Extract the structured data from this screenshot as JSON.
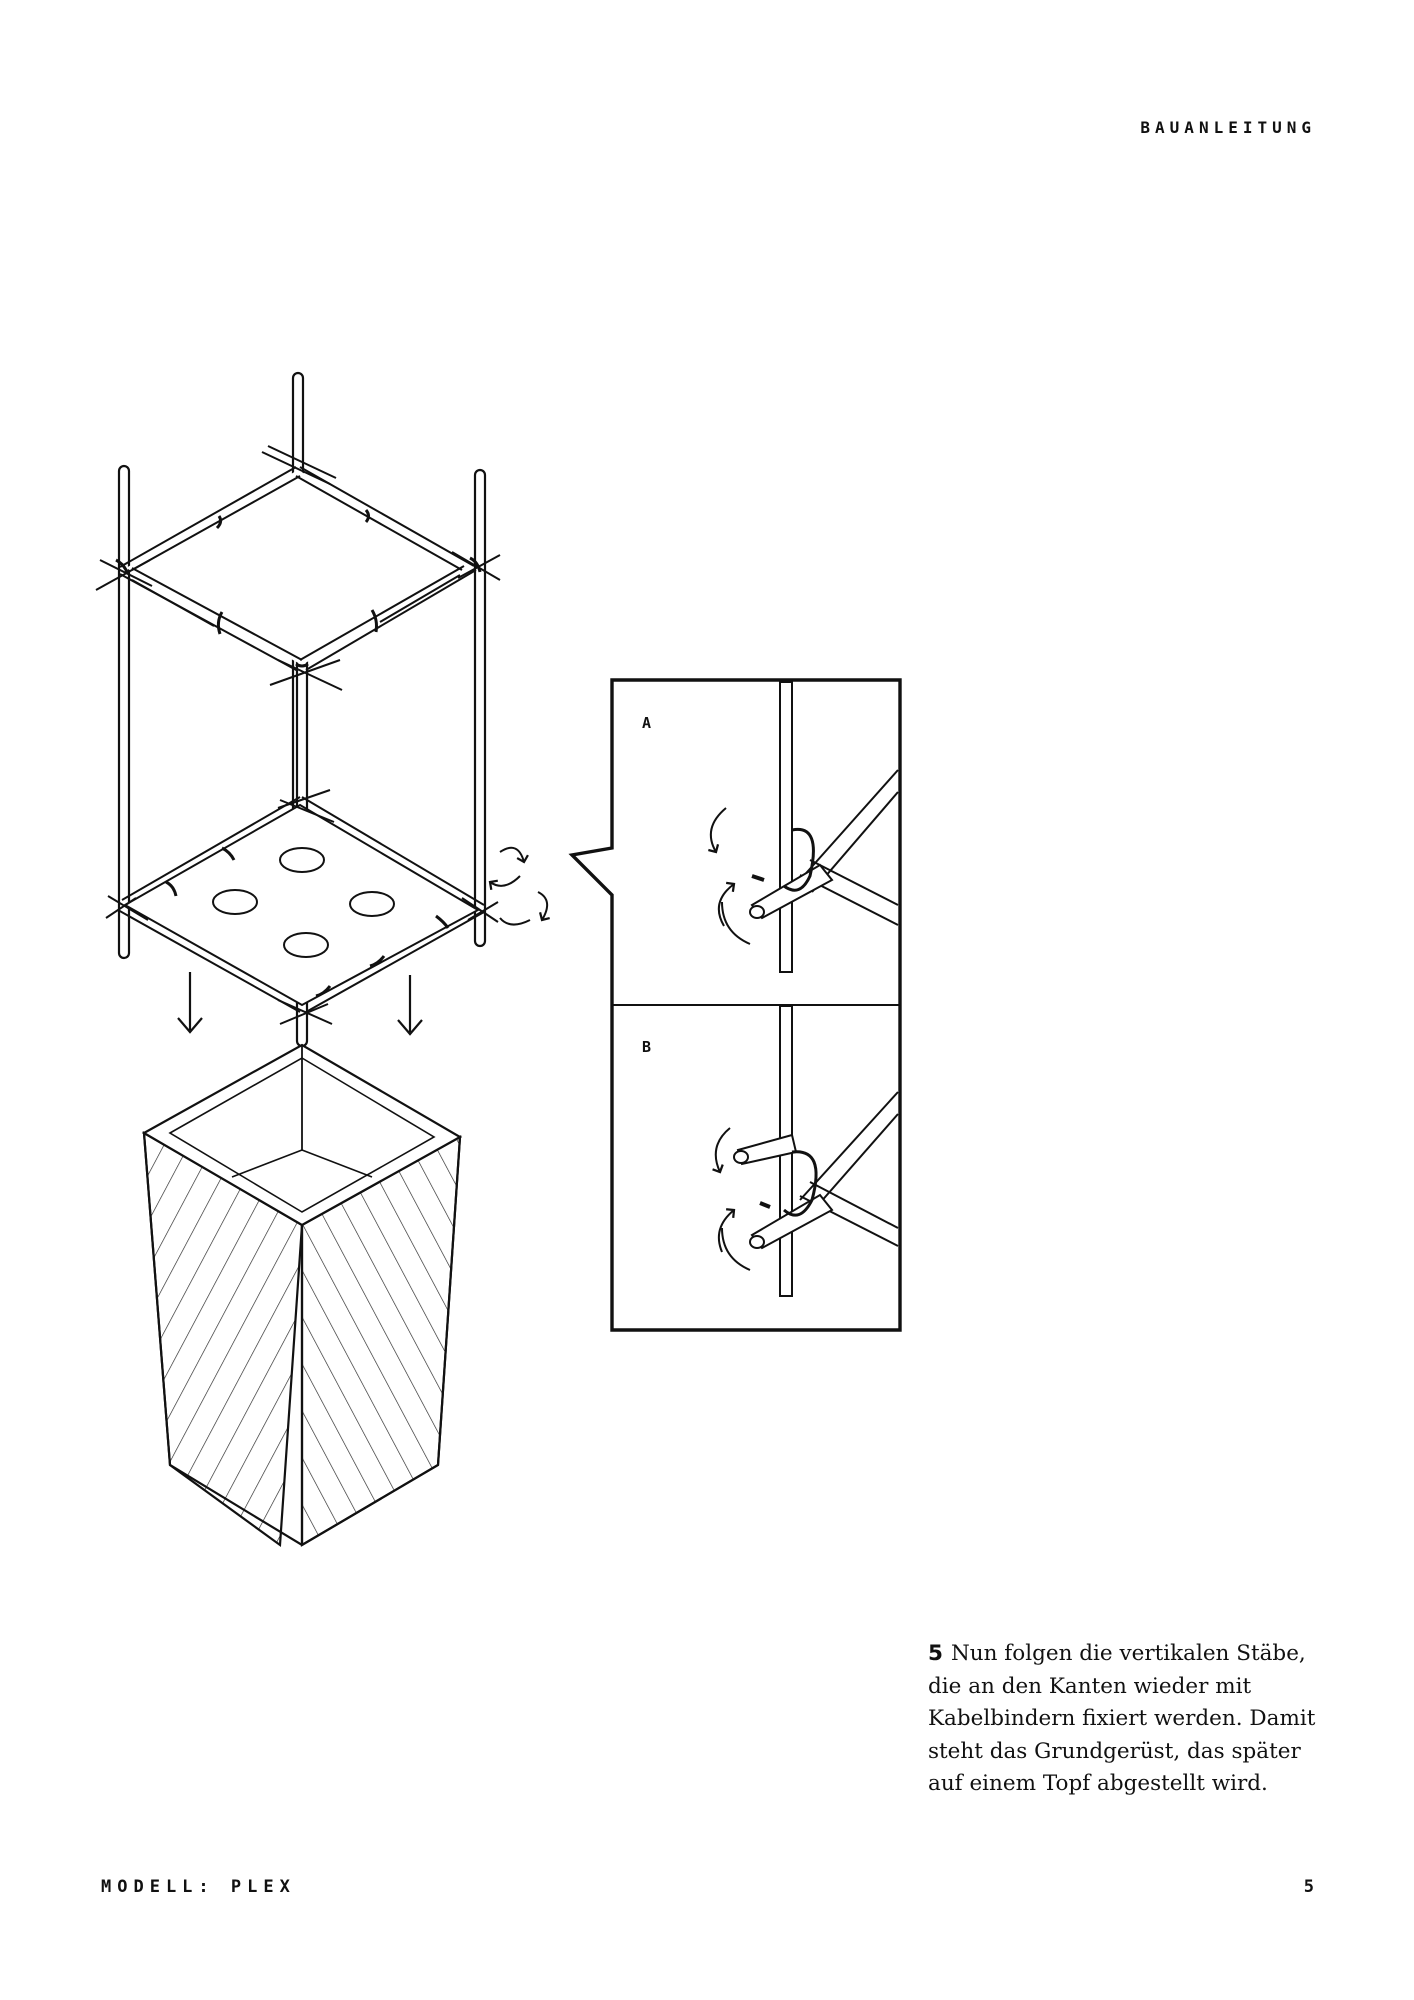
{
  "header": {
    "section_label": "BAUANLEITUNG"
  },
  "diagram": {
    "detail_panels": [
      {
        "label": "A"
      },
      {
        "label": "B"
      }
    ]
  },
  "instruction": {
    "step_number": "5",
    "text": "Nun folgen die vertikalen Stäbe, die an den Kanten wieder mit Kabelbindern fixiert werden. Damit steht das Grundgerüst, das später auf einem Topf abgestellt wird."
  },
  "footer": {
    "model_label": "MODELL: PLEX",
    "page_number": "5"
  }
}
